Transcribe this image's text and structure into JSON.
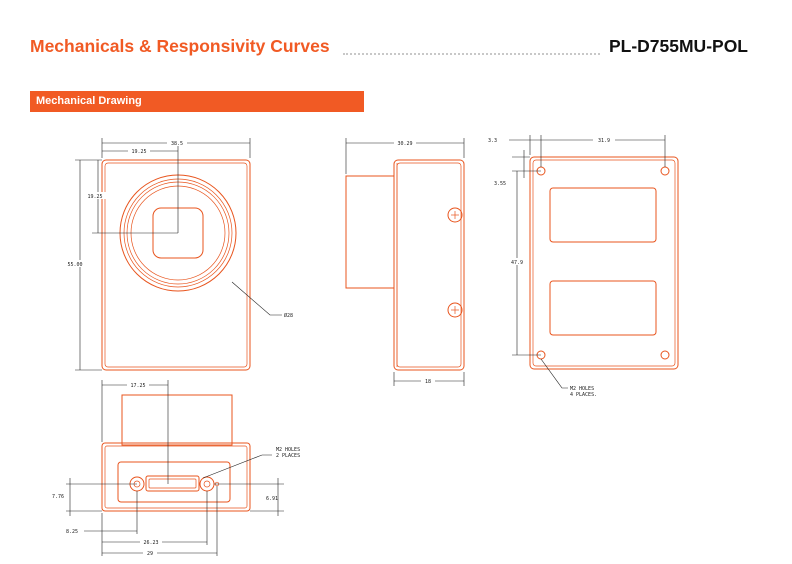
{
  "header": {
    "title": "Mechanicals & Responsivity Curves",
    "model": "PL-D755MU-POL"
  },
  "section": {
    "label": "Mechanical Drawing"
  },
  "front_view": {
    "dim_width": "38.5",
    "dim_half_width": "19.25",
    "dim_half_height": "19.25",
    "dim_height": "55.00",
    "dim_lens_diameter": "Ø28"
  },
  "side_view": {
    "dim_length": "30.29",
    "dim_bottom": "18"
  },
  "back_view": {
    "dim_offset_x": "3.3",
    "dim_hole_spacing_x": "31.9",
    "dim_offset_y": "3.55",
    "dim_hole_spacing_y": "47.9",
    "note_line1": "M2 HOLES",
    "note_line2": "4 PLACES."
  },
  "bottom_view": {
    "dim_top": "17.25",
    "dim_left_y": "7.76",
    "dim_right_y": "6.91",
    "dim_x1": "8.25",
    "dim_x2": "26.23",
    "dim_x3": "29",
    "note_line1": "M2 HOLES",
    "note_line2": "2 PLACES"
  }
}
